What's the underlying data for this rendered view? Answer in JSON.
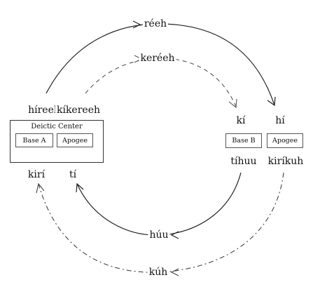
{
  "deictic_center": {
    "title": "Deictic Center",
    "base_label": "Base A",
    "apogee_label": "Apogee"
  },
  "remote_node": {
    "base_label": "Base B",
    "apogee_label": "Apogee"
  },
  "words": {
    "reeh": "réeh",
    "kereeh": "keréeh",
    "hireeh": "híreeh",
    "kikereeh": "kíkereeh",
    "ki": "kí",
    "hi": "hí",
    "kiri": "kirí",
    "ti": "tí",
    "tihuu": "tíhuu",
    "kirikuh": "kiríkuh",
    "huu": "húu",
    "kuh": "kúh"
  },
  "colors": {
    "line": "#222222",
    "dashed_line": "#555555",
    "box_border": "#555555"
  }
}
